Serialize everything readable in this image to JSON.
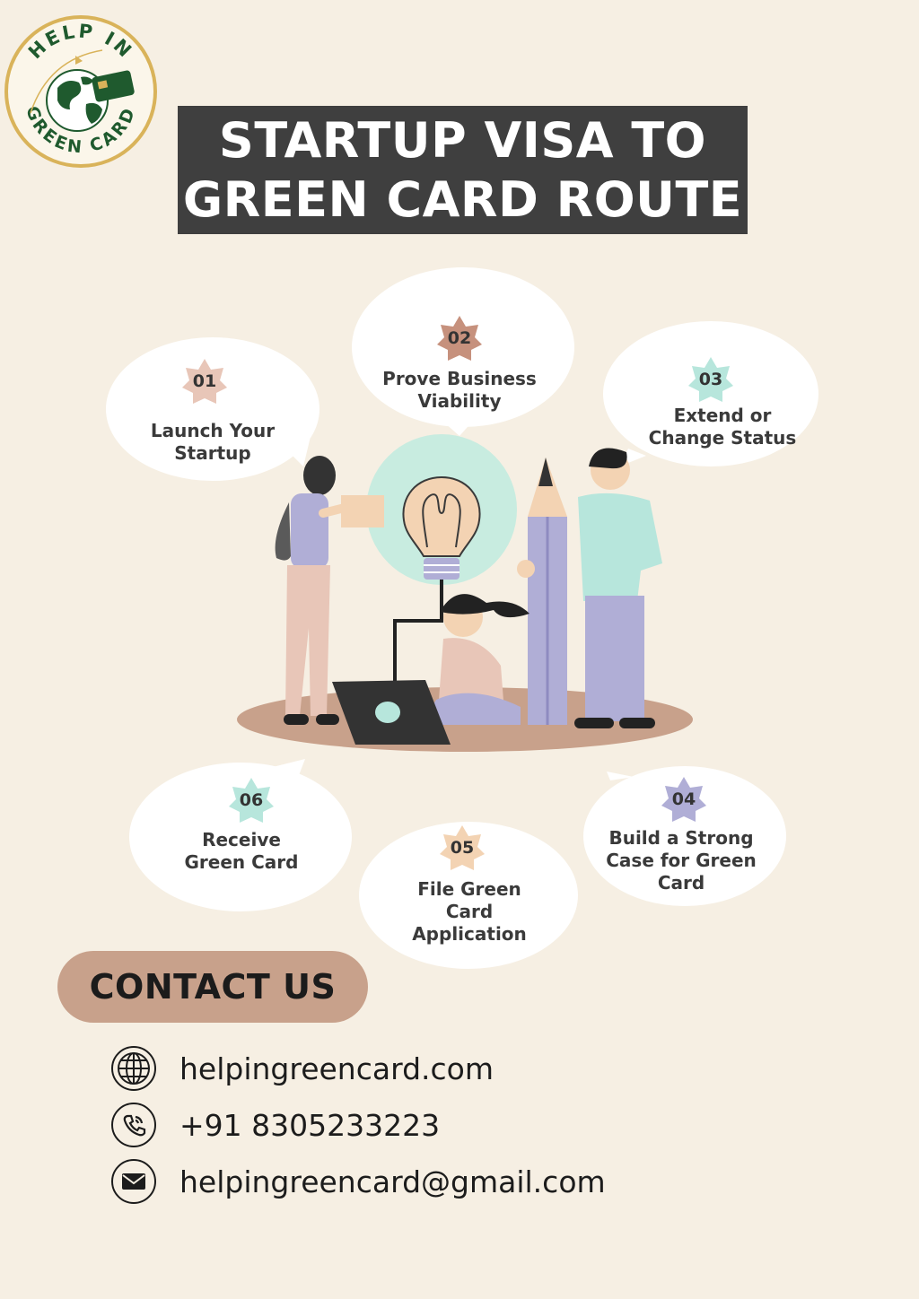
{
  "brand": {
    "logo_top": "HELP IN",
    "logo_bottom": "GREEN CARD",
    "colors": {
      "green": "#1f5a2e",
      "gold": "#d9b35a"
    }
  },
  "title": {
    "line1": "STARTUP VISA TO",
    "line2": "GREEN CARD ROUTE"
  },
  "steps": [
    {
      "number": "01",
      "label_lines": [
        "Launch Your",
        "Startup"
      ],
      "badge_color": "#e8c6b8"
    },
    {
      "number": "02",
      "label_lines": [
        "Prove Business",
        "Viability"
      ],
      "badge_color": "#c6917d"
    },
    {
      "number": "03",
      "label_lines": [
        "Extend or",
        "Change Status"
      ],
      "badge_color": "#b7e6dc"
    },
    {
      "number": "04",
      "label_lines": [
        "Build a Strong",
        "Case for Green",
        "Card"
      ],
      "badge_color": "#b0aed6"
    },
    {
      "number": "05",
      "label_lines": [
        "File Green",
        "Card",
        "Application"
      ],
      "badge_color": "#f3d3b3"
    },
    {
      "number": "06",
      "label_lines": [
        "Receive",
        "Green Card"
      ],
      "badge_color": "#b7e6dc"
    }
  ],
  "contact": {
    "heading": "CONTACT US",
    "website": "helpingreencard.com",
    "phone": "+91 8305233223",
    "email": "helpingreencard@gmail.com"
  },
  "icons": [
    "globe-icon",
    "phone-icon",
    "mail-icon"
  ]
}
